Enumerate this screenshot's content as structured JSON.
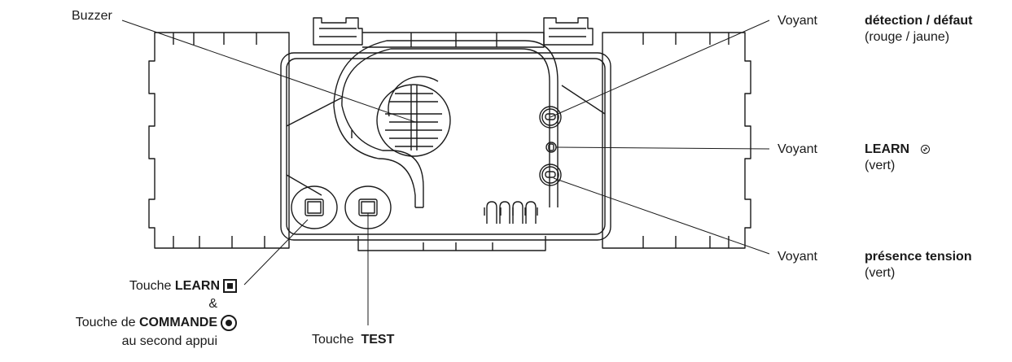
{
  "labels": {
    "buzzer": "Buzzer",
    "voyant": "Voyant",
    "led_top_title": "détection / défaut",
    "led_top_sub": "(rouge / jaune)",
    "led_mid_title": "LEARN",
    "led_mid_sub": "(vert)",
    "led_bot_title": "présence tension",
    "led_bot_sub": "(vert)",
    "touche": "Touche",
    "learn": "LEARN",
    "ampersand": "&",
    "touche_de": "Touche de",
    "commande": "COMMANDE",
    "second_appui": "au second appui",
    "test": "TEST"
  },
  "icons": [
    "learn-button-icon",
    "command-button-icon",
    "learn-indicator-icon"
  ],
  "colors": {
    "line": "#1a1a1a",
    "background": "#ffffff"
  }
}
